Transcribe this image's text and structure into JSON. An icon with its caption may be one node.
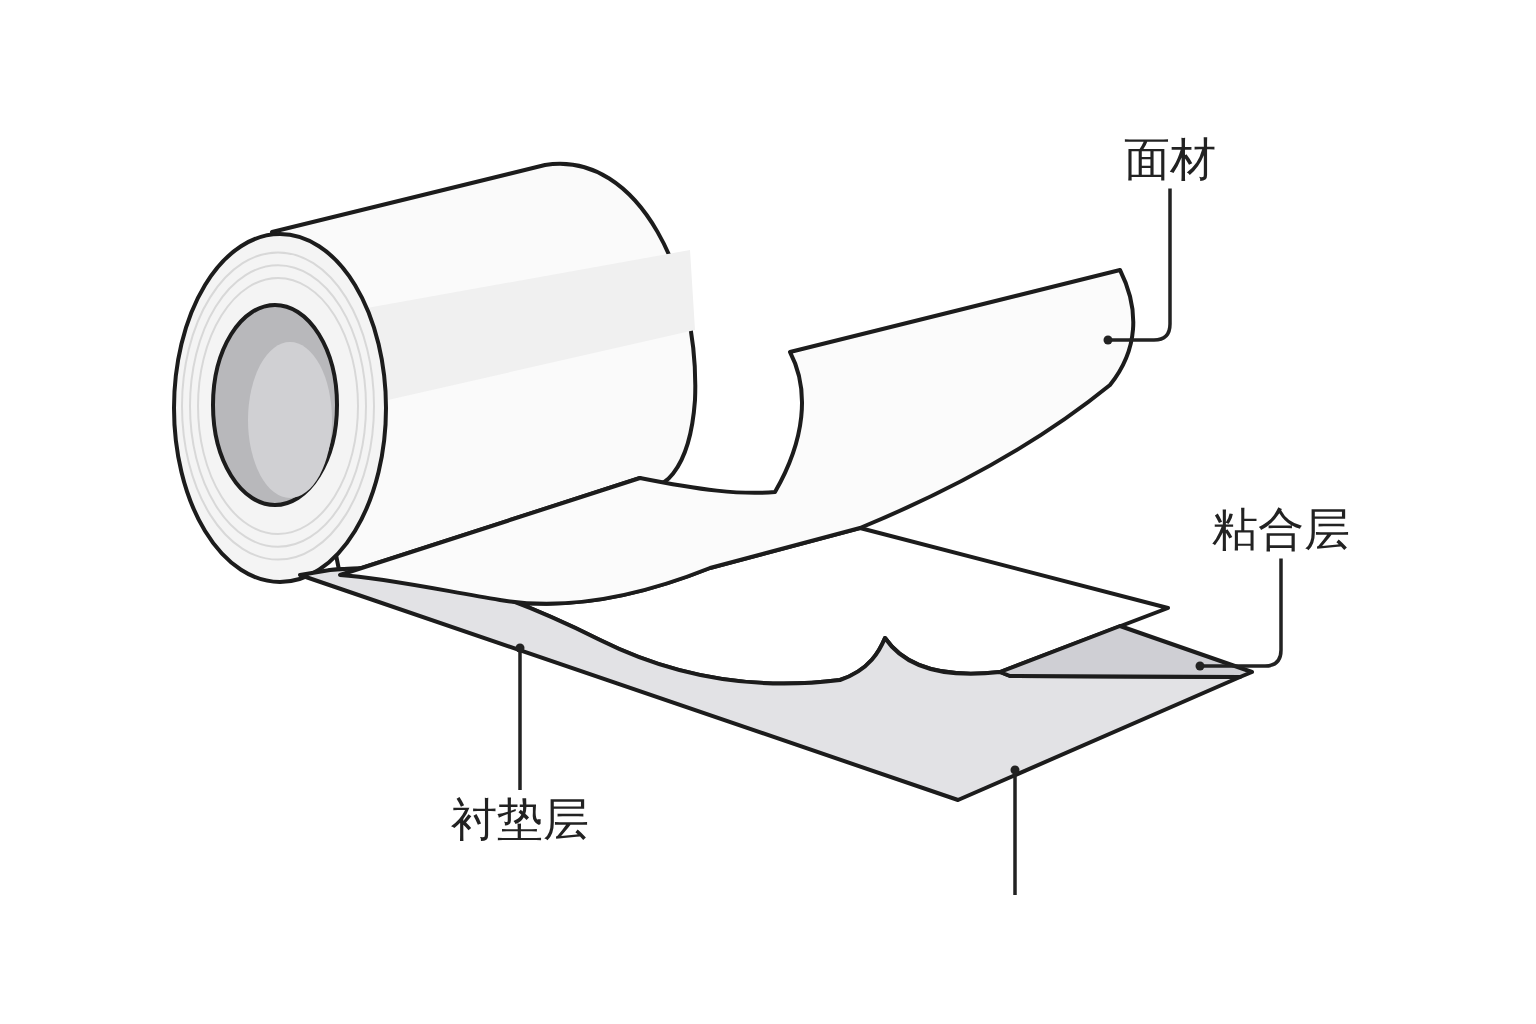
{
  "diagram": {
    "nodes": [
      {
        "text": [
          "面材"
        ]
      },
      {
        "text": [
          "粘合层"
        ]
      },
      {
        "text": [
          "衬垫层"
        ]
      },
      {
        "text": [],
        "shape": "picture"
      },
      {
        "text": [],
        "shape": "picture"
      },
      {
        "text": [],
        "shape": "picture"
      }
    ],
    "edges": [
      {
        "from": 0,
        "to": 3,
        "arrow": "other"
      },
      {
        "from": 1,
        "to": 4,
        "arrow": "other"
      },
      {
        "from": 2,
        "to": 5,
        "arrow": "other"
      },
      {
        "from": null,
        "to": 5,
        "arrow": "other"
      }
    ]
  }
}
